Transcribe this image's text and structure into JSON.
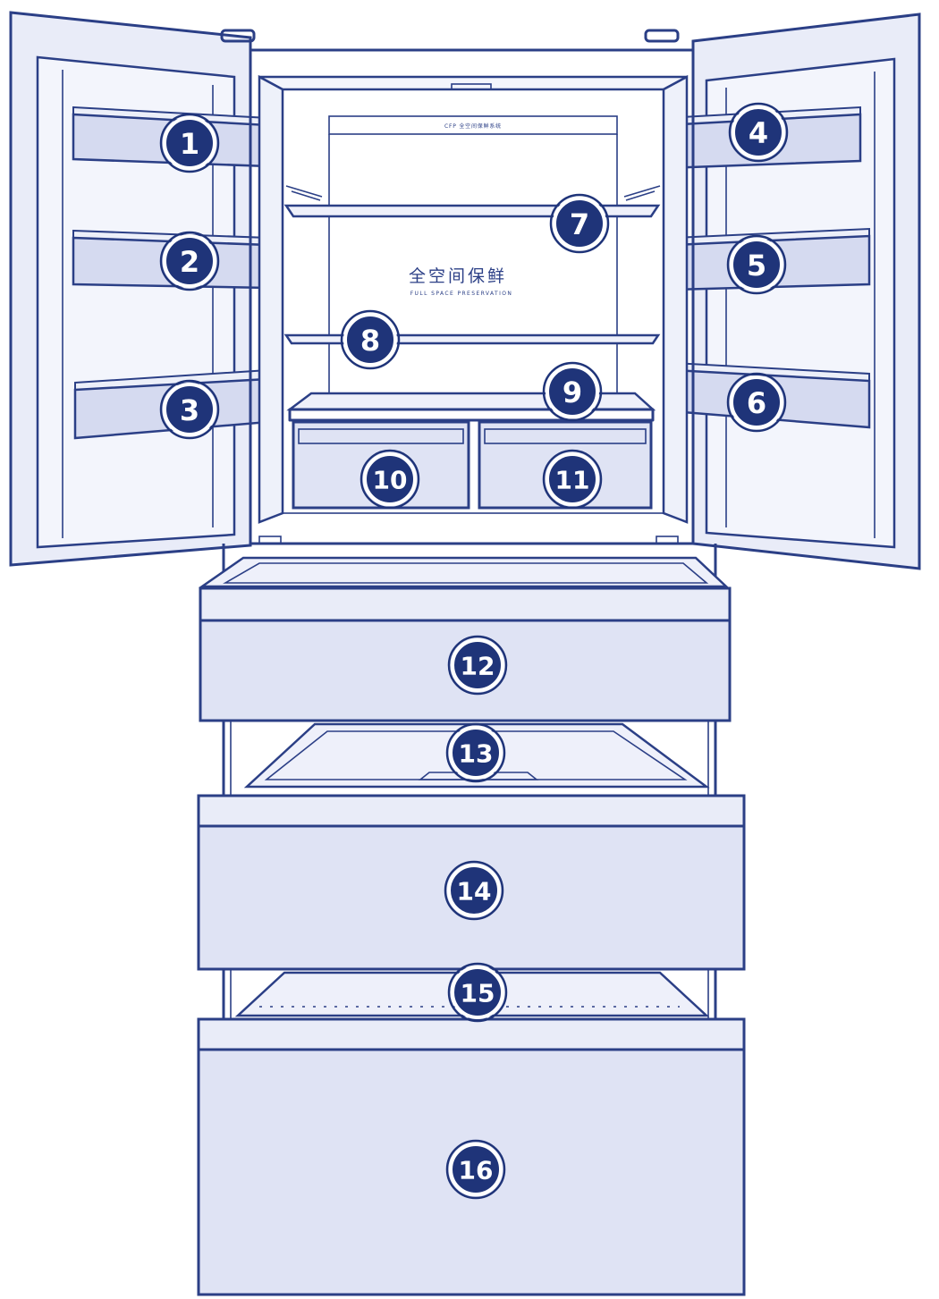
{
  "cabinet": {
    "top_label": "CFP 全空间保鲜系统",
    "brand_main": "全空间保鲜",
    "brand_sub": "FULL SPACE PRESERVATION"
  },
  "callouts": [
    {
      "label": "1"
    },
    {
      "label": "2"
    },
    {
      "label": "3"
    },
    {
      "label": "4"
    },
    {
      "label": "5"
    },
    {
      "label": "6"
    },
    {
      "label": "7"
    },
    {
      "label": "8"
    },
    {
      "label": "9"
    },
    {
      "label": "10"
    },
    {
      "label": "11"
    },
    {
      "label": "12"
    },
    {
      "label": "13"
    },
    {
      "label": "14"
    },
    {
      "label": "15"
    },
    {
      "label": "16"
    }
  ],
  "colors": {
    "line": "#2b3f86",
    "badge": "#1f3479",
    "fill_light": "#e9ecf8"
  }
}
